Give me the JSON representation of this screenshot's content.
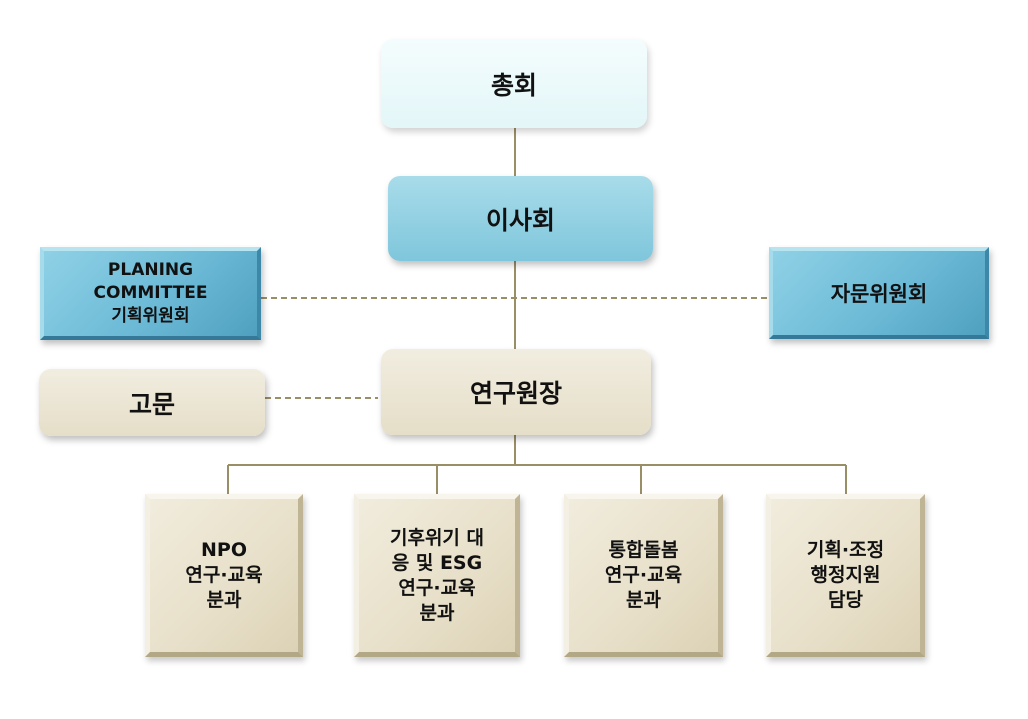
{
  "diagram": {
    "chairman": "총회",
    "board": "이사회",
    "planning_committee": "PLANING\nCOMMITTEE\n기획위원회",
    "advisory_committee": "자문위원회",
    "director": "연구원장",
    "advisor": "고문",
    "units": [
      "NPO\n연구·교육\n분과",
      "기후위기 대\n응 및 ESG\n연구·교육\n분과",
      "통합돌봄\n연구·교육\n분과",
      "기획·조정\n행정지원\n담당"
    ]
  },
  "colors": {
    "line": "#9a8e66",
    "blue_box": "#7fc6dc",
    "beige_box": "#e7dfc8",
    "light_box": "#e9f8f9"
  }
}
